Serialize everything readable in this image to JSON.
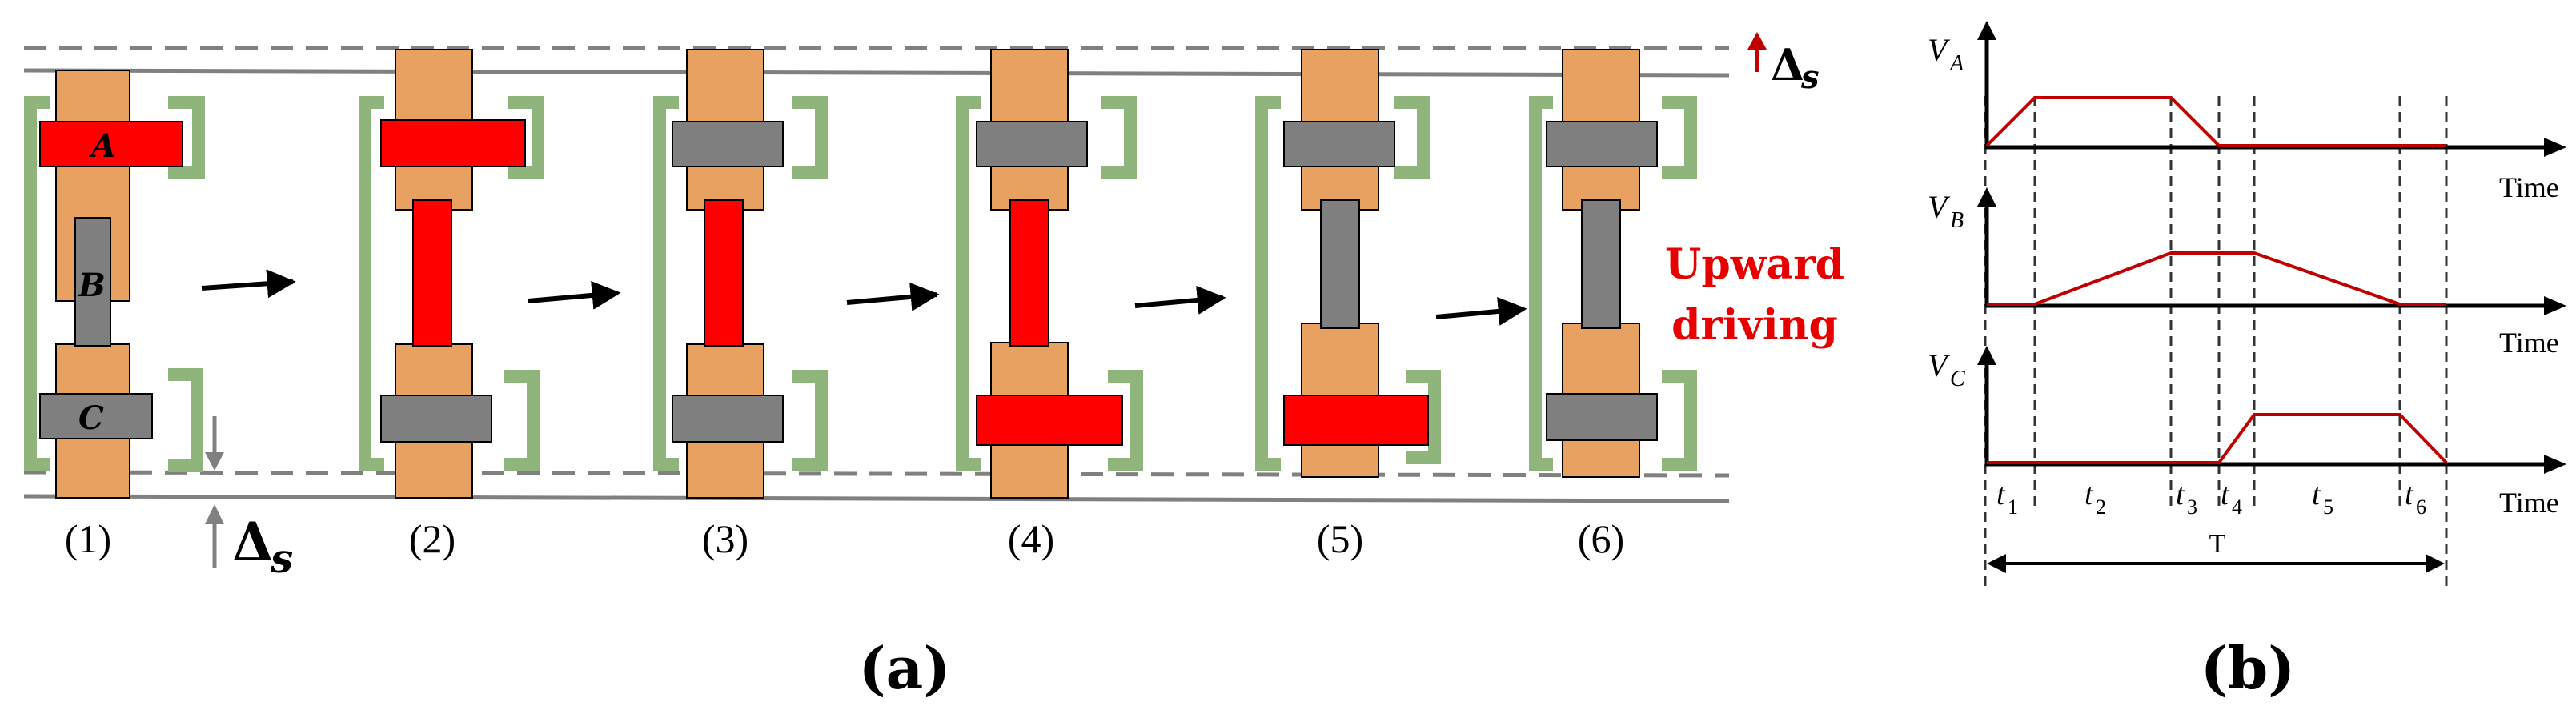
{
  "panel_a": {
    "caption": "(a)",
    "stage_labels": [
      "(1)",
      "(2)",
      "(3)",
      "(4)",
      "(5)",
      "(6)"
    ],
    "label_A": "A",
    "label_B": "B",
    "label_C": "C",
    "delta_symbol": "Δ",
    "delta_subscript": "s",
    "upward_label_line1": "Upward",
    "upward_label_line2": "driving",
    "colors": {
      "active": "#ff0000",
      "inactive": "#7f7f7f",
      "body": "#e8a160",
      "clamp_frame": "#8fb47c",
      "rail": "#808080",
      "highlight_text": "#e60000",
      "signal": "#c00000"
    }
  },
  "panel_b": {
    "caption": "(b)",
    "signals": [
      {
        "name": "V",
        "sub": "A",
        "x_label": "Time"
      },
      {
        "name": "V",
        "sub": "B",
        "x_label": "Time"
      },
      {
        "name": "V",
        "sub": "C",
        "x_label": "Time"
      }
    ],
    "time_markers": [
      {
        "t": "t",
        "sub": "1"
      },
      {
        "t": "t",
        "sub": "2"
      },
      {
        "t": "t",
        "sub": "3"
      },
      {
        "t": "t",
        "sub": "4"
      },
      {
        "t": "t",
        "sub": "5"
      },
      {
        "t": "t",
        "sub": "6"
      }
    ],
    "period_label": "T"
  }
}
